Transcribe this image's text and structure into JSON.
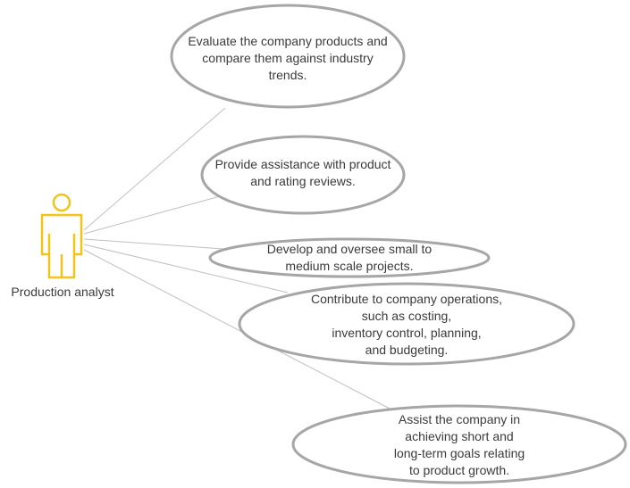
{
  "actor": {
    "label": "Production analyst",
    "icon": "person-icon",
    "color": "#F0C419"
  },
  "use_cases": [
    {
      "text": "Evaluate the company products and\ncompare them against industry\ntrends."
    },
    {
      "text": "Provide assistance with product\nand rating reviews."
    },
    {
      "text": "Develop and oversee small to\nmedium scale projects."
    },
    {
      "text": "Contribute to company operations,\nsuch as costing,\ninventory control, planning,\nand budgeting."
    },
    {
      "text": "Assist the company in\nachieving short and\nlong-term goals relating\nto product growth."
    }
  ],
  "colors": {
    "ellipse_stroke": "#A6A6A6",
    "connector": "#BFBFBF",
    "text": "#3A3A3A"
  }
}
